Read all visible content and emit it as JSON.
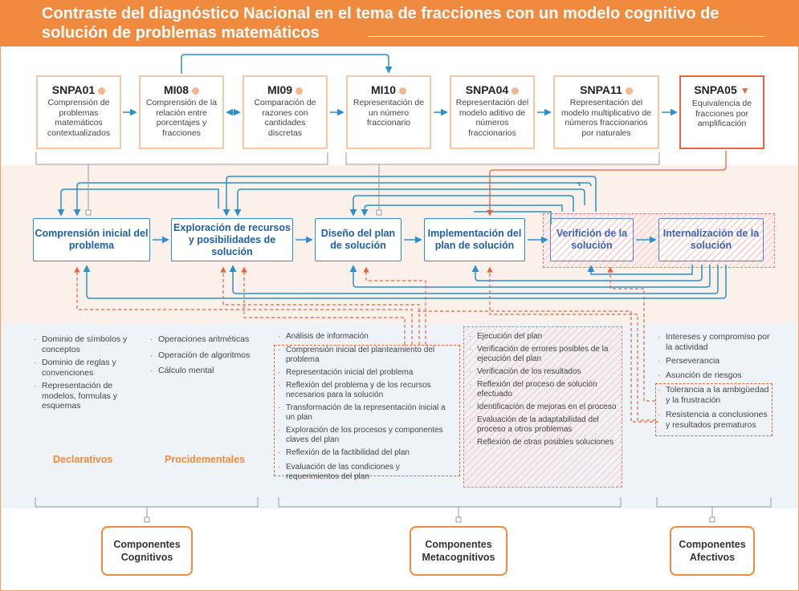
{
  "title": "Contraste del diagnóstico Nacional en el tema de fracciones con un modelo cognitivo de solución de problemas matemáticos",
  "colors": {
    "accent": "#f08a3e",
    "blue": "#2a8fcf",
    "highlight": "#e8643c"
  },
  "top_nodes": [
    {
      "code": "SNPA01",
      "desc": "Comprensión de problemas matemáticos contextualizados",
      "marker": "dot"
    },
    {
      "code": "MI08",
      "desc": "Comprensión de la relación entre porcentajes y fracciones",
      "marker": "dot"
    },
    {
      "code": "MI09",
      "desc": "Comparación de razones con cantidades discretas",
      "marker": "dot"
    },
    {
      "code": "MI10",
      "desc": "Representación de un número fraccionario",
      "marker": "dot"
    },
    {
      "code": "SNPA04",
      "desc": "Representación del modelo aditivo de números fraccionarios",
      "marker": "dot"
    },
    {
      "code": "SNPA11",
      "desc": "Representación del modelo multiplicativo de números fraccionarios por naturales",
      "marker": "dot"
    },
    {
      "code": "SNPA05",
      "desc": "Equivalencia de fracciones por amplificación",
      "marker": "triangle"
    }
  ],
  "stages": [
    "Comprensión inicial del problema",
    "Exploración de recursos y posibilidades de solución",
    "Diseño del plan de solución",
    "Implementación del plan de solución",
    "Verifición de la solución",
    "Internalización de la solución"
  ],
  "declarativos": {
    "label": "Declarativos",
    "items": [
      "Dominio de símbolos y conceptos",
      "Dominio de reglas y convenciones",
      "Representación de modelos, formulas y esquemas"
    ]
  },
  "procedimentales": {
    "label": "Procidementales",
    "items": [
      "Operaciones aritméticas",
      "Operación de algoritmos",
      "Cálculo mental"
    ]
  },
  "metacognitivos_a": {
    "items": [
      "Análisis de información",
      "Comprensión inicial del planteamiento del problema",
      "Representación inicial del problema",
      "Reflexión del problema y de los recursos necesarios para la solución",
      "Transformación de la representación inicial a un plan",
      "Exploración de los procesos y componentes claves del plan",
      "Reflexión de la factibilidad del plan",
      "Evaluación de las condiciones y requerimientos del plan"
    ]
  },
  "metacognitivos_b": {
    "items": [
      "Ejecución del plan",
      "Verificación de errores posibles de la ejecución del plan",
      "Verificación de los resultados",
      "Reflexión del proceso de solución efectuado",
      "Identificación de mejoras en el proceso",
      "Evaluación de la adaptabilidad del proceso a otros problemas",
      "Reflexión de otras posibles soluciones"
    ]
  },
  "afectivos": {
    "items": [
      "Intereses y compromiso por la actividad",
      "Perseverancia",
      "Asunción de riesgos",
      "Tolerancia a la ambigüedad y la frustración",
      "Resistencia a conclusiones y resultados prematuros"
    ]
  },
  "components": [
    "Componentes Cognitivos",
    "Componentes Metacognitivos",
    "Componentes Afectivos"
  ]
}
